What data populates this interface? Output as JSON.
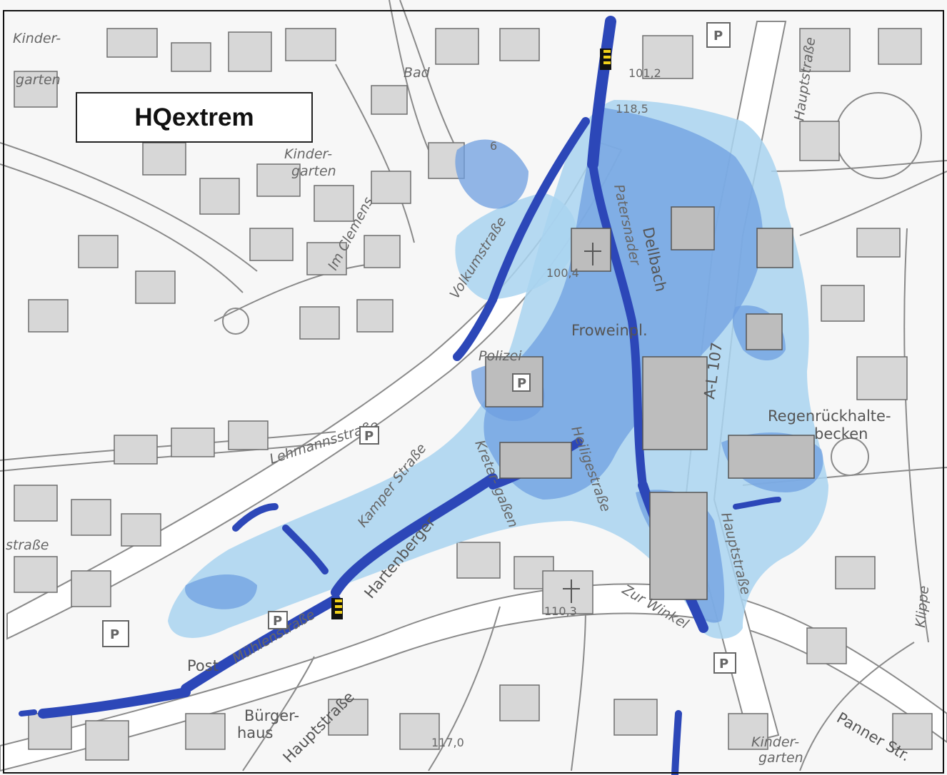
{
  "scenario": {
    "label": "HQextrem"
  },
  "header": {
    "clipped_title": ""
  },
  "labels": {
    "kindergarten_nw_1": "Kinder-",
    "kindergarten_nw_2": "garten",
    "kindergarten_center_1": "Kinder-",
    "kindergarten_center_2": "garten",
    "bad": "Bad",
    "im_clemens": "Im Clemens",
    "volkumstrasse": "Volkumstraße",
    "patersnader": "Patersnader",
    "dellbach": "Dellbach",
    "l107": "A-L 107",
    "hauptstrasse_ne": "Hauptstraße",
    "froweinpl": "Froweinpl.",
    "polizei": "Polizei",
    "regenrueckhalte_1": "Regenrückhalte-",
    "regenrueckhalte_2": "becken",
    "lehmannsstrasse": "Lehmannsstraße",
    "kamper_strasse": "Kamper Straße",
    "krefelder_strasse": "Kreter- gaßen",
    "hartenberger": "Hartenberger",
    "heiligestrasse": "Heiligestraße",
    "hauptstrasse_se": "Hauptstraße",
    "post": "Post",
    "muehlenstrasse": "Mühlenstraße",
    "buergerhaus_1": "Bürger-",
    "buergerhaus_2": "haus",
    "hauptstrasse_s": "Hauptstraße",
    "kindergarten_se_1": "Kinder-",
    "kindergarten_se_2": "garten",
    "panner_str": "Panner Str.",
    "strasse_w": "straße",
    "zur_winkel": "Zur Winkel",
    "klippe": "Klippe"
  },
  "elevations": [
    "101,2",
    "118,5",
    "100,4",
    "110,3",
    "117,0",
    "6"
  ],
  "parking": {
    "symbol": "P"
  },
  "colors": {
    "flood_light": "#a9d4f0",
    "flood_mid": "#6f9fe0",
    "flood_deep": "#2f52bf",
    "river": "#2c47b8",
    "gauge": "#f2d21a"
  }
}
